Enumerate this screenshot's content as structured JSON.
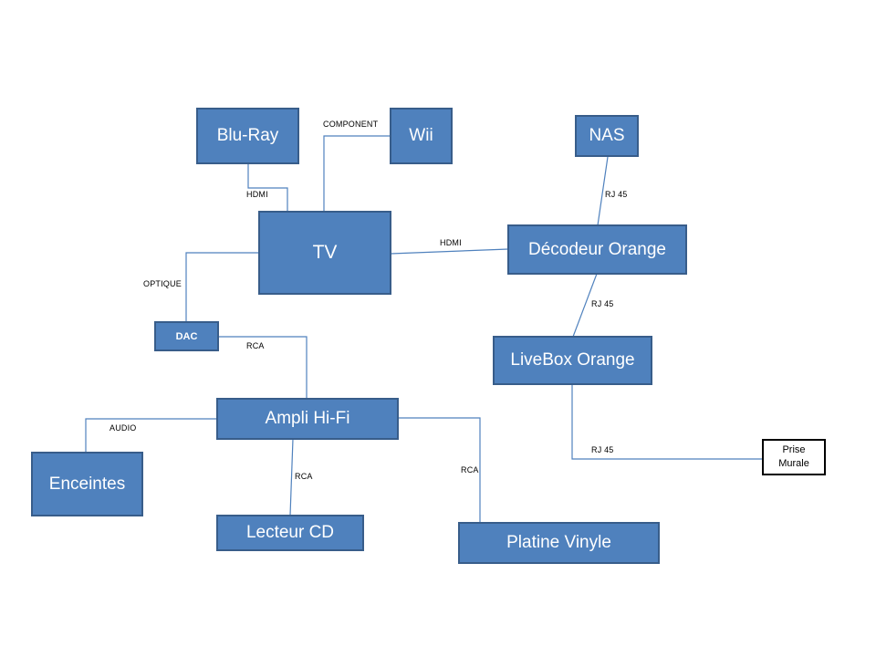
{
  "devices": {
    "bluray": "Blu-Ray",
    "wii": "Wii",
    "nas": "NAS",
    "tv": "TV",
    "decodeur": "Décodeur Orange",
    "dac": "DAC",
    "livebox": "LiveBox Orange",
    "ampli": "Ampli Hi-Fi",
    "enceintes": "Enceintes",
    "lecteur_cd": "Lecteur CD",
    "platine": "Platine Vinyle",
    "prise_line1": "Prise",
    "prise_line2": "Murale"
  },
  "connections": {
    "bluray_tv": "HDMI",
    "wii_tv": "COMPONENT",
    "nas_decodeur": "RJ 45",
    "tv_decodeur": "HDMI",
    "tv_dac": "OPTIQUE",
    "decodeur_livebox": "RJ 45",
    "dac_ampli": "RCA",
    "livebox_prise": "RJ 45",
    "ampli_enceintes": "AUDIO",
    "ampli_lecteur_cd": "RCA",
    "ampli_platine": "RCA"
  },
  "colors": {
    "box_fill": "#4f81bd",
    "box_border": "#385d8a",
    "wire": "#4f81bd"
  }
}
